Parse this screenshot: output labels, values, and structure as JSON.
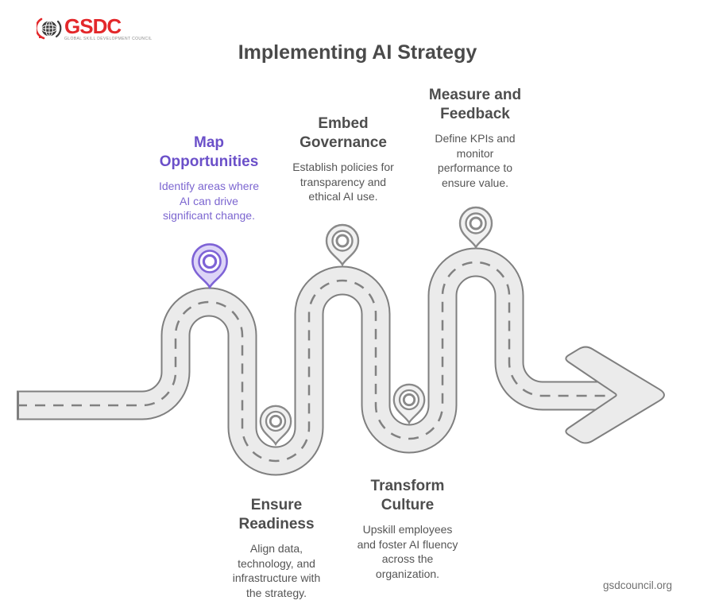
{
  "header": {
    "logo": {
      "text": "GSDC",
      "tagline": "GLOBAL SKILL DEVELOPMENT COUNCIL"
    },
    "title": "Implementing AI Strategy"
  },
  "steps": [
    {
      "id": "map-opportunities",
      "title": "Map\nOpportunities",
      "description": "Identify areas where\nAI can drive\nsignificant change.",
      "accent": true,
      "pin": "purple"
    },
    {
      "id": "embed-governance",
      "title": "Embed\nGovernance",
      "description": "Establish policies for\ntransparency and\nethical AI use.",
      "accent": false,
      "pin": "gray"
    },
    {
      "id": "measure-and-feedback",
      "title": "Measure and\nFeedback",
      "description": "Define KPIs and\nmonitor\nperformance to\nensure value.",
      "accent": false,
      "pin": "gray"
    },
    {
      "id": "ensure-readiness",
      "title": "Ensure\nReadiness",
      "description": "Align data,\ntechnology, and\ninfrastructure with\nthe strategy.",
      "accent": false,
      "pin": "gray"
    },
    {
      "id": "transform-culture",
      "title": "Transform\nCulture",
      "description": "Upskill employees\nand foster AI fluency\nacross the\norganization.",
      "accent": false,
      "pin": "gray"
    }
  ],
  "footer": {
    "site": "gsdcouncil.org"
  },
  "colors": {
    "accent_purple": "#6B50C9",
    "accent_purple_light": "#7C66D0",
    "pin_purple_fill": "#DDD5F7",
    "pin_purple_stroke": "#7E63D6",
    "road_fill": "#EBEBEB",
    "road_edge": "#7F7F7F",
    "heading_gray": "#4D4D4D",
    "body_gray": "#555555",
    "logo_red": "#E3282B"
  }
}
